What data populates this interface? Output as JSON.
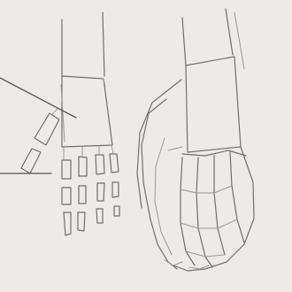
{
  "scene": {
    "background": "#ecebe8",
    "stroke_color": "#6f6f6d",
    "subjects": [
      "left-hand-block-diagram",
      "right-hand-block-diagram"
    ],
    "annotation_leader_lines": 2
  }
}
